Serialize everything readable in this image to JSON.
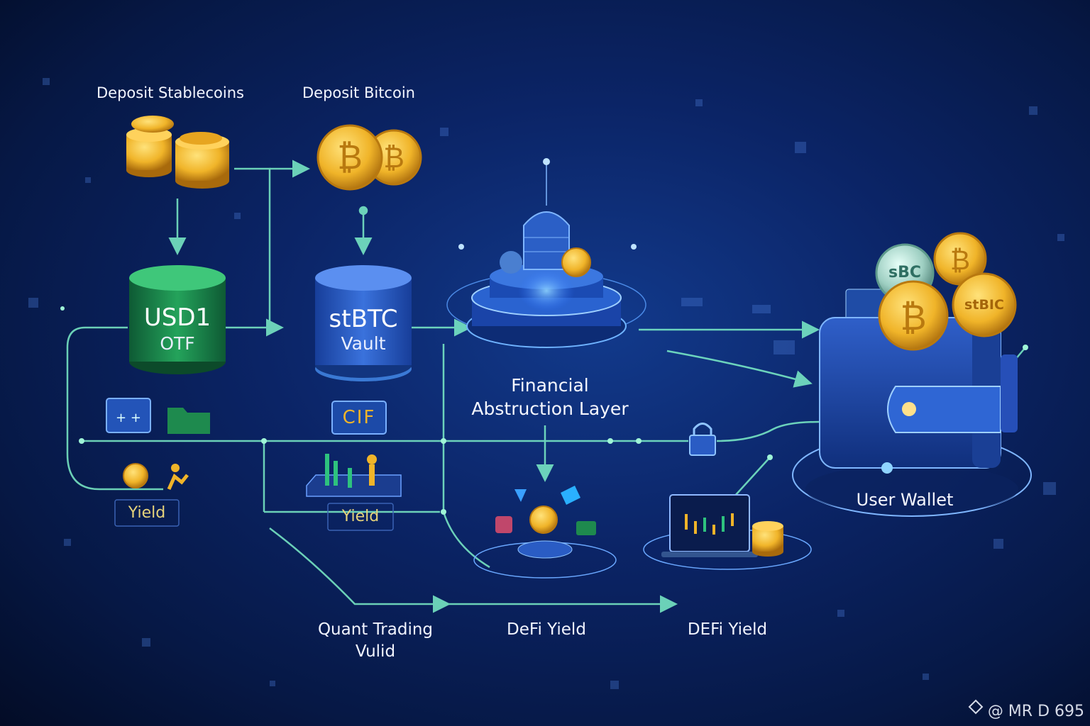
{
  "steps": {
    "deposit_stablecoins": "Deposit Stablecoins",
    "deposit_bitcoin": "Deposit Bitcoin"
  },
  "vaults": {
    "usd1": {
      "title": "USD1",
      "sub": "OTF"
    },
    "stbtc": {
      "title": "stBTC",
      "sub": "Vault"
    }
  },
  "badges": {
    "cif": "CIF"
  },
  "yields": {
    "left": "Yield",
    "middle": "Yield"
  },
  "layer": {
    "line1": "Financial",
    "line2": "Abstruction Layer"
  },
  "wallet": {
    "label": "User Wallet"
  },
  "outputs": {
    "quant_line1": "Quant Trading",
    "quant_line2": "Vulid",
    "defi1": "DeFi Yield",
    "defi2": "DEFi Yield"
  },
  "coins": {
    "sbc": "sBC",
    "stbic": "stBIC"
  },
  "watermark": "@ MR D 695",
  "colors": {
    "background": "#0b2466",
    "flow_line": "#7df0c8",
    "green_vault": "#1e8a4e",
    "blue_vault": "#2a5cc4",
    "gold": "#f0b429",
    "yield_text": "#e6d27a"
  }
}
